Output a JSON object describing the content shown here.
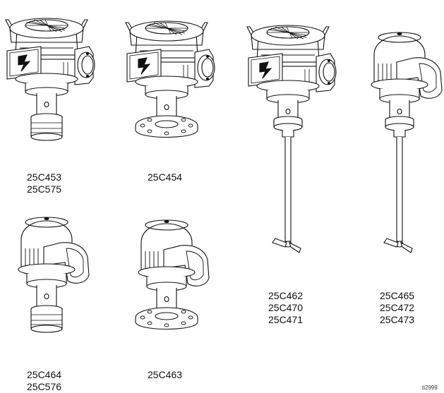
{
  "products": [
    {
      "codes": [
        "25C453",
        "25C575"
      ]
    },
    {
      "codes": [
        "25C454"
      ]
    },
    {
      "codes": [
        "25C462",
        "25C470",
        "25C471"
      ]
    },
    {
      "codes": [
        "25C465",
        "25C472",
        "25C473"
      ]
    },
    {
      "codes": [
        "25C464",
        "25C576"
      ]
    },
    {
      "codes": [
        "25C463"
      ]
    }
  ],
  "figure_id": "ti2999"
}
